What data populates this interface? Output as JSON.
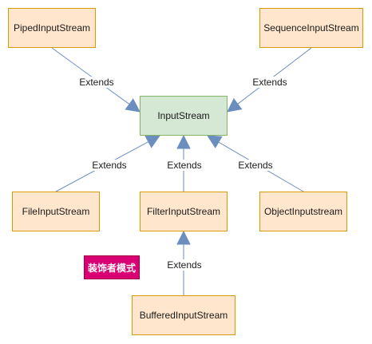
{
  "colors": {
    "class_fill": "#ffe6cc",
    "class_border": "#d79b00",
    "base_fill": "#d5e8d4",
    "base_border": "#82b366",
    "edge": "#6c8ebf",
    "tag_fill": "#d80073",
    "tag_border": "#a50040"
  },
  "nodes": {
    "piped": "PipedInputStream",
    "sequence": "SequenceInputStream",
    "input": "InputStream",
    "file": "FileInputStream",
    "filter": "FilterInputStream",
    "object": "ObjectInputstream",
    "buffered": "BufferedInputStream"
  },
  "tag": "装饰者模式",
  "edges": [
    {
      "from": "piped",
      "to": "input",
      "label": "Extends"
    },
    {
      "from": "sequence",
      "to": "input",
      "label": "Extends"
    },
    {
      "from": "file",
      "to": "input",
      "label": "Extends"
    },
    {
      "from": "filter",
      "to": "input",
      "label": "Extends"
    },
    {
      "from": "object",
      "to": "input",
      "label": "Extends"
    },
    {
      "from": "buffered",
      "to": "filter",
      "label": "Extends"
    }
  ]
}
